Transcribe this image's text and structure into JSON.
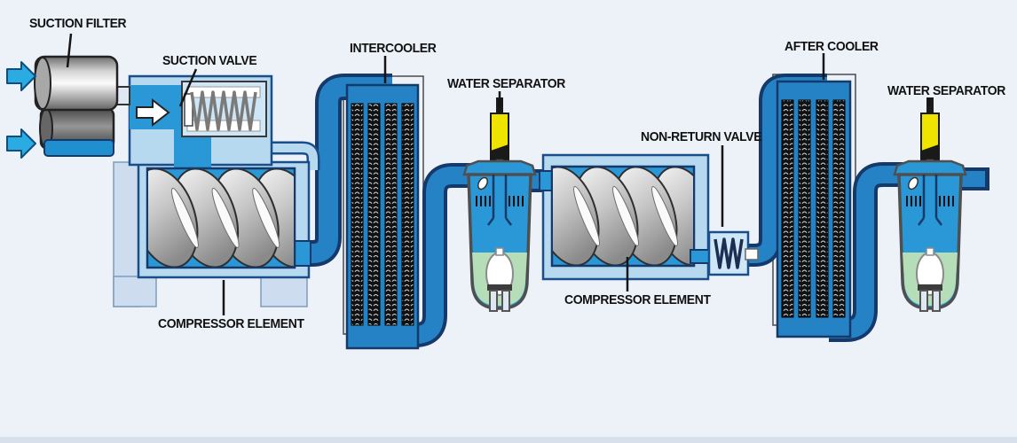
{
  "colors": {
    "background": "#edf2f9",
    "pipe_blue": "#2583c5",
    "pipe_outline": "#16396b",
    "housing_light_blue": "#b7d9f0",
    "chamber_blue": "#2a97d6",
    "arrow_blue": "#2aabe2",
    "water_green": "#b5ddb8",
    "sensor_yellow": "#efe400",
    "rotor_silver": "#c6c6c6",
    "cooler_column_black": "#121212",
    "label_black": "#111111"
  },
  "diagram": {
    "type": "two-stage-air-compressor-flow-diagram",
    "components": [
      {
        "id": "suction-filter",
        "label": "SUCTION FILTER"
      },
      {
        "id": "suction-valve",
        "label": "SUCTION VALVE"
      },
      {
        "id": "compressor-element-1",
        "label": "COMPRESSOR ELEMENT"
      },
      {
        "id": "intercooler",
        "label": "INTERCOOLER"
      },
      {
        "id": "water-separator-1",
        "label": "WATER SEPARATOR"
      },
      {
        "id": "compressor-element-2",
        "label": "COMPRESSOR ELEMENT"
      },
      {
        "id": "non-return-valve",
        "label": "NON-RETURN VALVE"
      },
      {
        "id": "after-cooler",
        "label": "AFTER COOLER"
      },
      {
        "id": "water-separator-2",
        "label": "WATER SEPARATOR"
      }
    ]
  }
}
